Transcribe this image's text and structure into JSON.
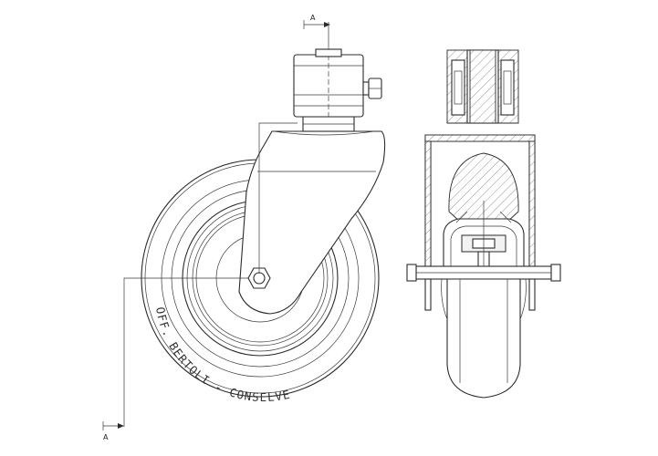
{
  "section_marks": {
    "top_label": "A",
    "bottom_label": "A"
  },
  "wheel_marking": "OFF. BERTOLI - CONSELVE",
  "colors": {
    "line": "#2b2b2b",
    "background": "#ffffff",
    "hatch": "#7a7a7a"
  }
}
